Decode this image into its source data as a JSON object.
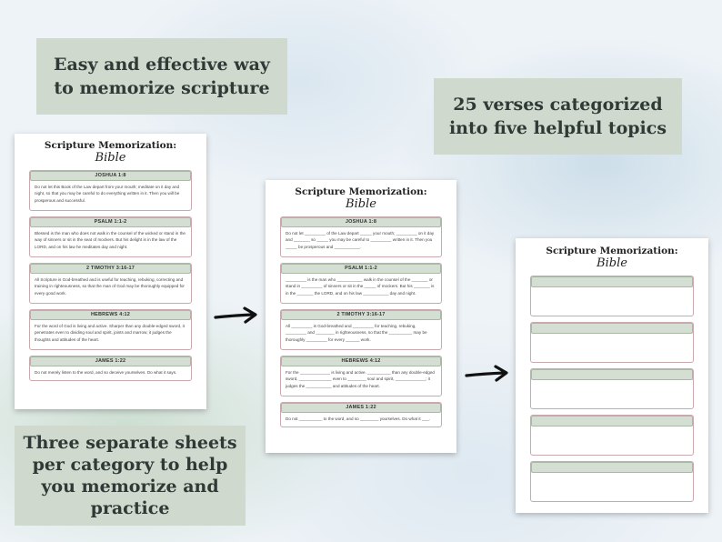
{
  "banners": {
    "top_left": [
      "Easy and effective way",
      "to memorize scripture"
    ],
    "top_right": [
      "25 verses categorized",
      "into five helpful topics"
    ],
    "bottom_left": [
      "Three separate sheets",
      "per category to help",
      "you memorize and",
      "practice"
    ]
  },
  "sheet_title": "Scripture Memorization:",
  "sheet_subtitle": "Bible",
  "sheet1": [
    {
      "ref": "JOSHUA 1:8",
      "text": "Do not let this Book of the Law depart from your mouth; meditate on it day and night, so that you may be careful to do everything written in it. Then you will be prosperous and successful."
    },
    {
      "ref": "PSALM 1:1-2",
      "text": "Blessed is the man who does not walk in the counsel of the wicked or stand in the way of sinners or sit in the seat of mockers. But his delight is in the law of the LORD, and on his law he meditates day and night."
    },
    {
      "ref": "2 TIMOTHY 3:16-17",
      "text": "All Scripture is God-breathed and is useful for teaching, rebuking, correcting and training in righteousness, so that the man of God may be thoroughly equipped for every good work."
    },
    {
      "ref": "HEBREWS 4:12",
      "text": "For the word of God is living and active. Sharper than any double-edged sword, it penetrates even to dividing soul and spirit, joints and marrow; it judges the thoughts and attitudes of the heart."
    },
    {
      "ref": "JAMES 1:22",
      "text": "Do not merely listen to the word, and so deceive yourselves. Do what it says."
    }
  ],
  "sheet2": [
    {
      "ref": "JOSHUA 1:8",
      "text": "Do not let _________ of the Law depart _____ your mouth; _________ on it day and _______ so _____ you may be careful to _________ written in it. Then you _____ be prosperous and ___________."
    },
    {
      "ref": "PSALM 1:1-2",
      "text": "_________ is the man who ___________ walk in the counsel of the _______ or stand in _________ of sinners or sit in the _____ of mockers. But his _______ is in the _______ the LORD, and on his law ___________ day and night."
    },
    {
      "ref": "2 TIMOTHY 3:16-17",
      "text": "All _________ is God-breathed and _________ for teaching, rebuking, _________ and ________ in righteousness, so that the __________ may be thoroughly _________ for every ______ work."
    },
    {
      "ref": "HEBREWS 4:12",
      "text": "For the _____________ is living and active. __________ than any double-edged sword, ______________ even to ________ soul and spirit, _____________; it judges the ___________ and attitudes of the heart."
    },
    {
      "ref": "JAMES 1:22",
      "text": "Do not __________ to the word, and so ________ yourselves. Do what it ___."
    }
  ],
  "sheet3_cards": 5,
  "icons": {
    "arrow": "arrow-right-icon"
  },
  "colors": {
    "banner": "#cfd9ce",
    "card_head": "#d5ded3",
    "card_border": "#c9a9ad"
  }
}
